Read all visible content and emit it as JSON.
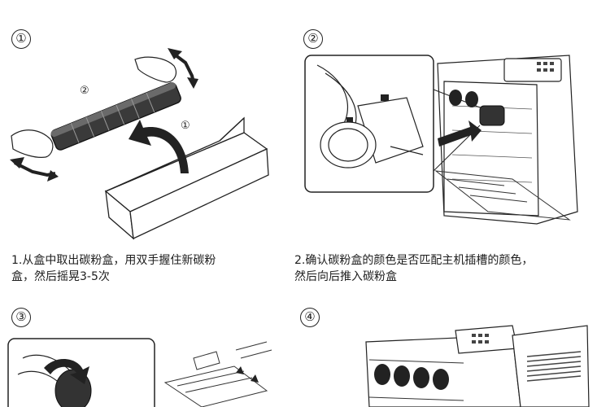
{
  "steps": [
    {
      "number": "①",
      "caption_lines": [
        "1.从盒中取出碳粉盒，用双手握住新碳粉",
        "盒，然后摇晃3-5次"
      ],
      "labels": [
        "②",
        "①"
      ]
    },
    {
      "number": "②",
      "caption_lines": [
        "2.确认碳粉盒的颜色是否匹配主机插槽的颜色，",
        "然后向后推入碳粉盒"
      ]
    },
    {
      "number": "③"
    },
    {
      "number": "④"
    }
  ]
}
